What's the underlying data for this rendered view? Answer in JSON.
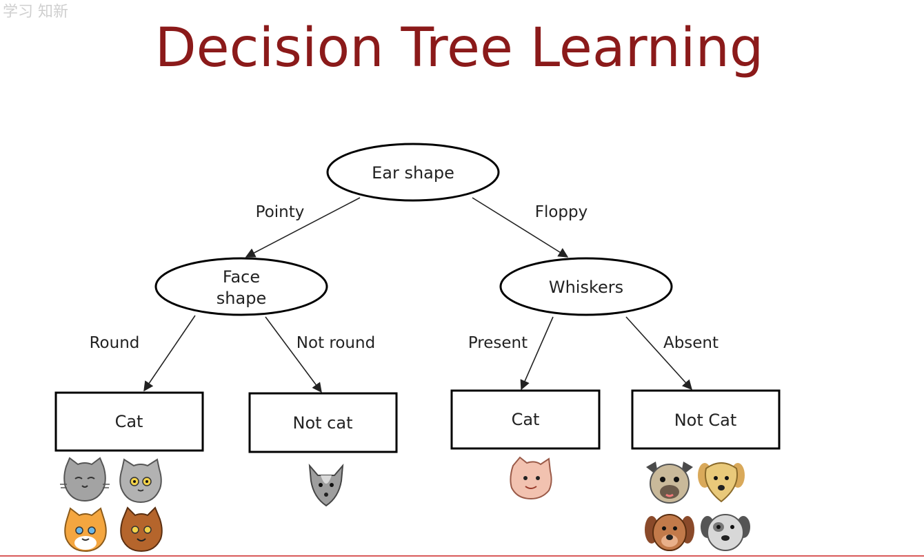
{
  "watermark": "学习 知新",
  "title": "Decision Tree Learning",
  "colors": {
    "title": "#8b1a1a",
    "grey_cat": "#a3a3a3",
    "orange_cat": "#f4a640",
    "brown_cat": "#b5652c",
    "pink_cat": "#f2c2b0",
    "tan_dog": "#e9c97a"
  },
  "nodes": {
    "root": {
      "label": "Ear shape"
    },
    "face": {
      "line1": "Face",
      "line2": "shape"
    },
    "whiskers": {
      "label": "Whiskers"
    }
  },
  "edges": {
    "pointy": "Pointy",
    "floppy": "Floppy",
    "round": "Round",
    "not_round": "Not round",
    "present": "Present",
    "absent": "Absent"
  },
  "leaves": {
    "leaf1": "Cat",
    "leaf2": "Not cat",
    "leaf3": "Cat",
    "leaf4": "Not Cat"
  },
  "icons": {
    "leaf1": [
      "grey-cat-icon",
      "grey-cat-icon",
      "orange-cat-icon",
      "brown-cat-icon"
    ],
    "leaf2": [
      "grey-cat-icon"
    ],
    "leaf3": [
      "pink-cat-icon"
    ],
    "leaf4": [
      "pug-dog-icon",
      "tan-dog-icon",
      "brown-dog-icon",
      "grey-dog-icon"
    ]
  }
}
